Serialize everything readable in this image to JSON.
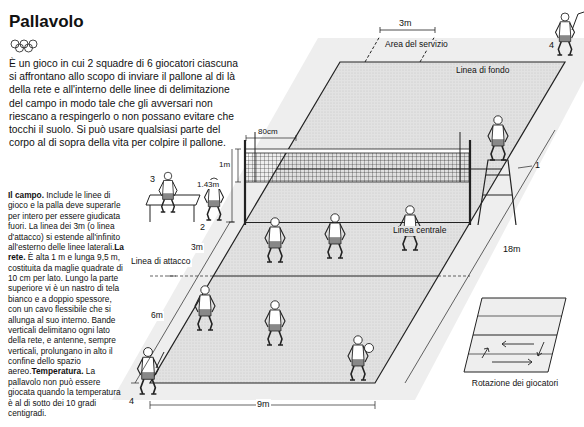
{
  "diagram": {
    "title": "Pallavolo",
    "nodes": [
      {
        "text": [
          "Rotazione dei giocatori"
        ]
      }
    ],
    "labels": [
      "È un gioco in cui 2 squadre di 6 giocatori ciascuna si affrontano allo scopo di inviare il pallone al di là della rete e all'interno delle linee di delimitazione del campo in modo tale che gli avversari non riescano a respingerlo o non possano evitare che tocchi il suolo. Si può usare qualsiasi parte del corpo al di sopra della vita per colpire il pallone.",
      "Il campo.",
      "Include le linee di gioco e la palla deve superarle per intero per essere giudicata fuori. La linea dei 3m (o linea d'attacco) si estende all'infinito all'esterno delle linee laterali.",
      "La rete.",
      "È alta 1 m e lunga 9,5 m, costituita da maglie quadrate di 10 cm per lato. Lungo la parte superiore vi è un nastro di tela bianco e a doppio spessore, con un cavo flessibile che si allunga al suo interno. Bande verticali delimitano ogni lato della rete, e antenne, sempre verticali, prolungano in alto il confine dello spazio aereo.",
      "Temperatura.",
      "La pallavolo non può essere giocata quando la temperatura è al di sotto dei 10 gradi centigradi.",
      "3m",
      "Area del servizio",
      "Linea di fondo",
      "4",
      "80cm",
      "1m",
      "1.43m",
      "3",
      "2",
      "1",
      "Linea centrale",
      "3m",
      "18m",
      "Linea di attacco",
      "6m",
      "4",
      "9m"
    ]
  }
}
